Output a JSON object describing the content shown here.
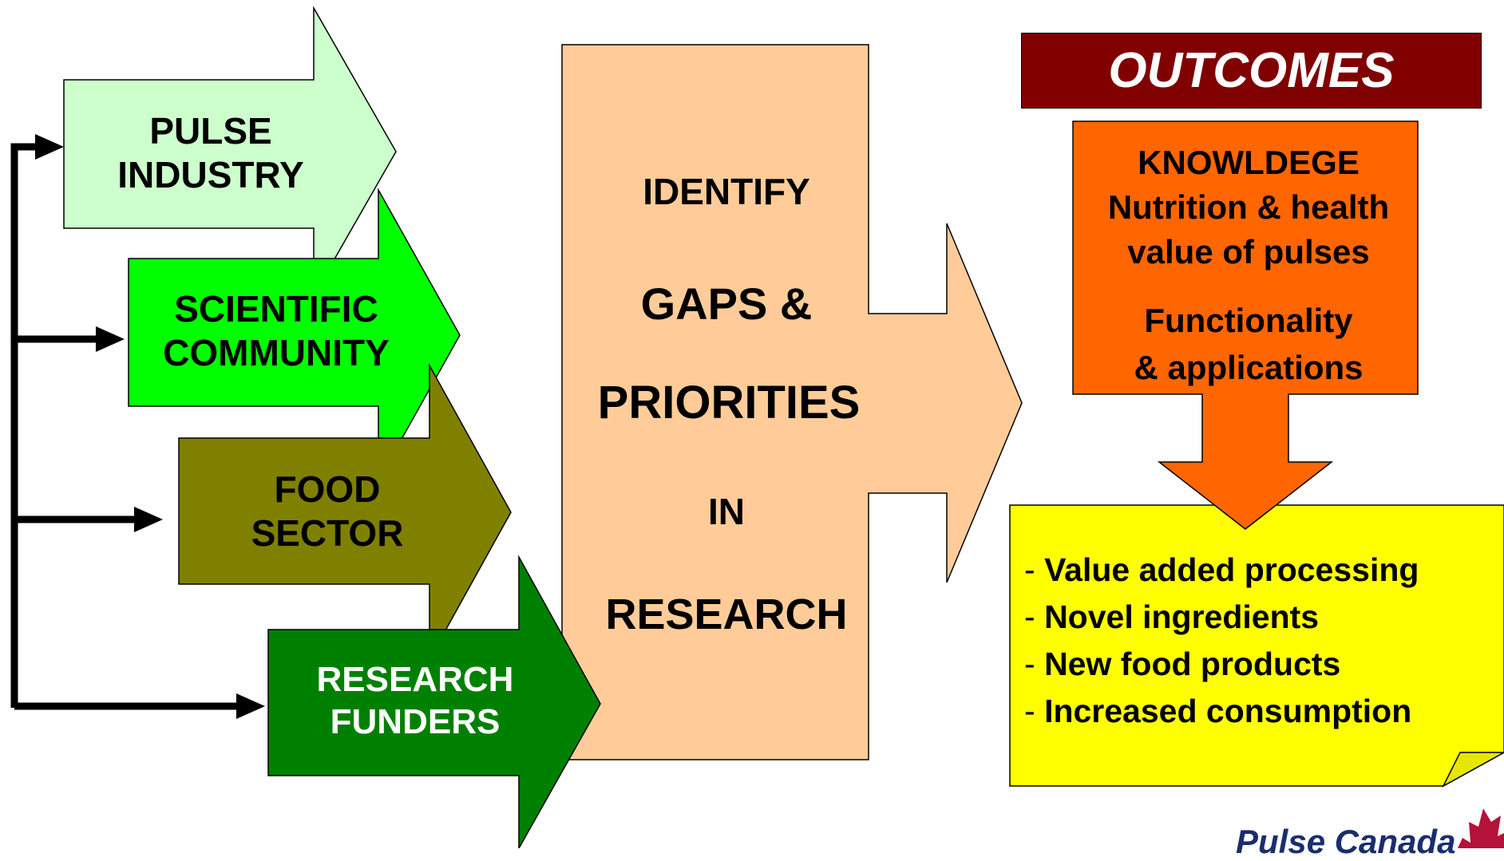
{
  "stakeholders": {
    "pulse_industry": [
      "PULSE",
      "INDUSTRY"
    ],
    "scientific_community": [
      "SCIENTIFIC",
      "COMMUNITY"
    ],
    "food_sector": [
      "FOOD",
      "SECTOR"
    ],
    "research_funders": [
      "RESEARCH",
      "FUNDERS"
    ]
  },
  "center": {
    "line1": "IDENTIFY",
    "line2": "GAPS &",
    "line3": "PRIORITIES",
    "line4": "IN",
    "line5": "RESEARCH"
  },
  "outcomes": {
    "title": "OUTCOMES",
    "knowledge": [
      "KNOWLDEGE",
      "Nutrition & health",
      "value of pulses"
    ],
    "functionality": [
      "Functionality",
      "& applications"
    ]
  },
  "results": [
    "Value added processing",
    "Novel ingredients",
    "New food products",
    "Increased consumption"
  ],
  "results_bullet": "-",
  "logo": {
    "text": "Pulse Canada"
  },
  "colors": {
    "pulse_industry": "#ccffcc",
    "scientific_community": "#00ff00",
    "food_sector": "#808000",
    "research_funders": "#008000",
    "center": "#ffcc99",
    "outcomes_title_bg": "#800000",
    "knowledge_arrow": "#ff6600",
    "results_note": "#ffff00",
    "logo_leaf": "#b5123a"
  },
  "icons": {
    "logo_mark": "maple-leaf-icon"
  }
}
